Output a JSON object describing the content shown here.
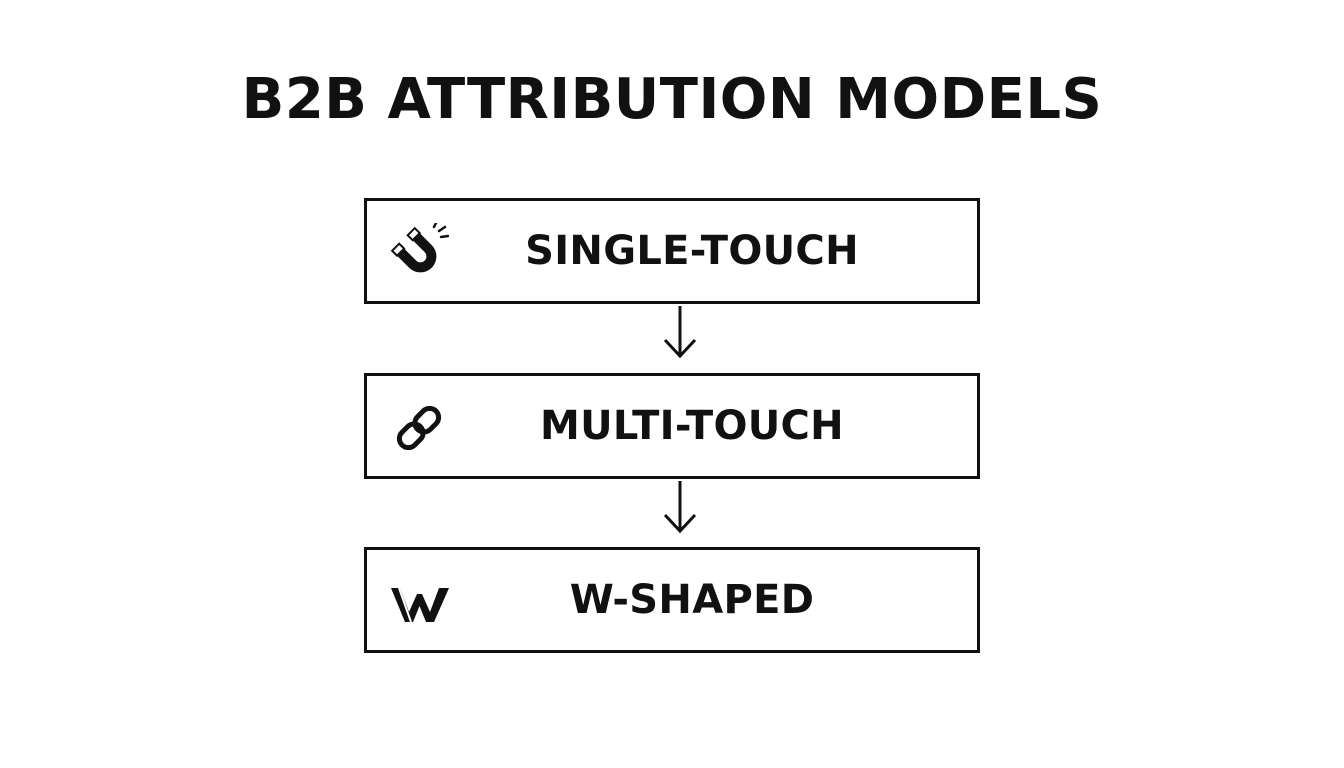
{
  "title": "B2B ATTRIBUTION MODELS",
  "colors": {
    "stroke": "#111111",
    "background": "#ffffff"
  },
  "steps": [
    {
      "label": "SINGLE-TOUCH",
      "icon": "magnet-icon"
    },
    {
      "label": "MULTI-TOUCH",
      "icon": "chain-link-icon"
    },
    {
      "label": "W-SHAPED",
      "icon": "w-shape-icon"
    }
  ],
  "connectors": [
    "arrow-down",
    "arrow-down"
  ]
}
